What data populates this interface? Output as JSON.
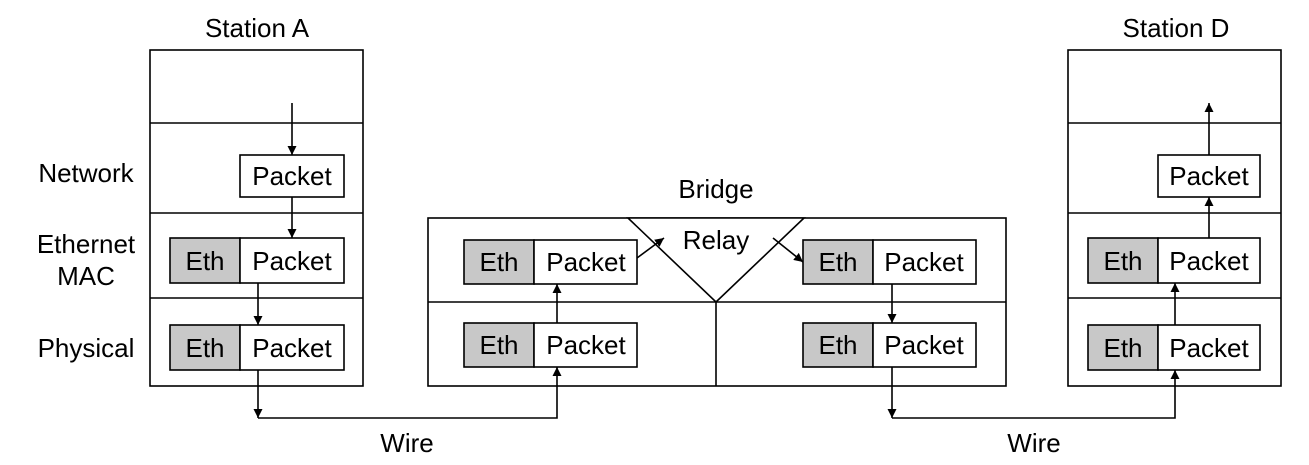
{
  "titles": {
    "station_a": "Station A",
    "station_d": "Station D",
    "bridge": "Bridge"
  },
  "layers": {
    "network": "Network",
    "ethernet_line1": "Ethernet",
    "ethernet_line2": "MAC",
    "physical": "Physical"
  },
  "cells": {
    "eth": "Eth",
    "packet": "Packet"
  },
  "relay": "Relay",
  "wires": {
    "left": "Wire",
    "right": "Wire"
  },
  "colors": {
    "eth_fill": "#c8c8c8",
    "line": "#000000",
    "background": "#ffffff"
  }
}
